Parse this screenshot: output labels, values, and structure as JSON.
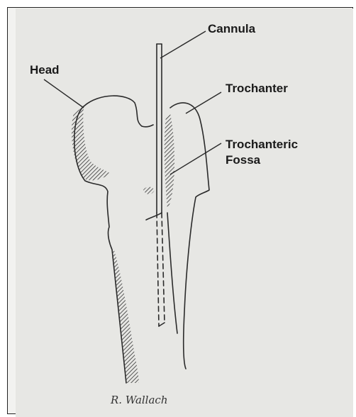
{
  "labels": {
    "cannula": "Cannula",
    "head": "Head",
    "trochanter": "Trochanter",
    "trochanteric_fossa_line1": "Trochanteric",
    "trochanteric_fossa_line2": "Fossa"
  },
  "signature": "R. Wallach",
  "colors": {
    "ink": "#2a2a2a",
    "paper": "#e7e7e4",
    "frame": "#222222"
  }
}
